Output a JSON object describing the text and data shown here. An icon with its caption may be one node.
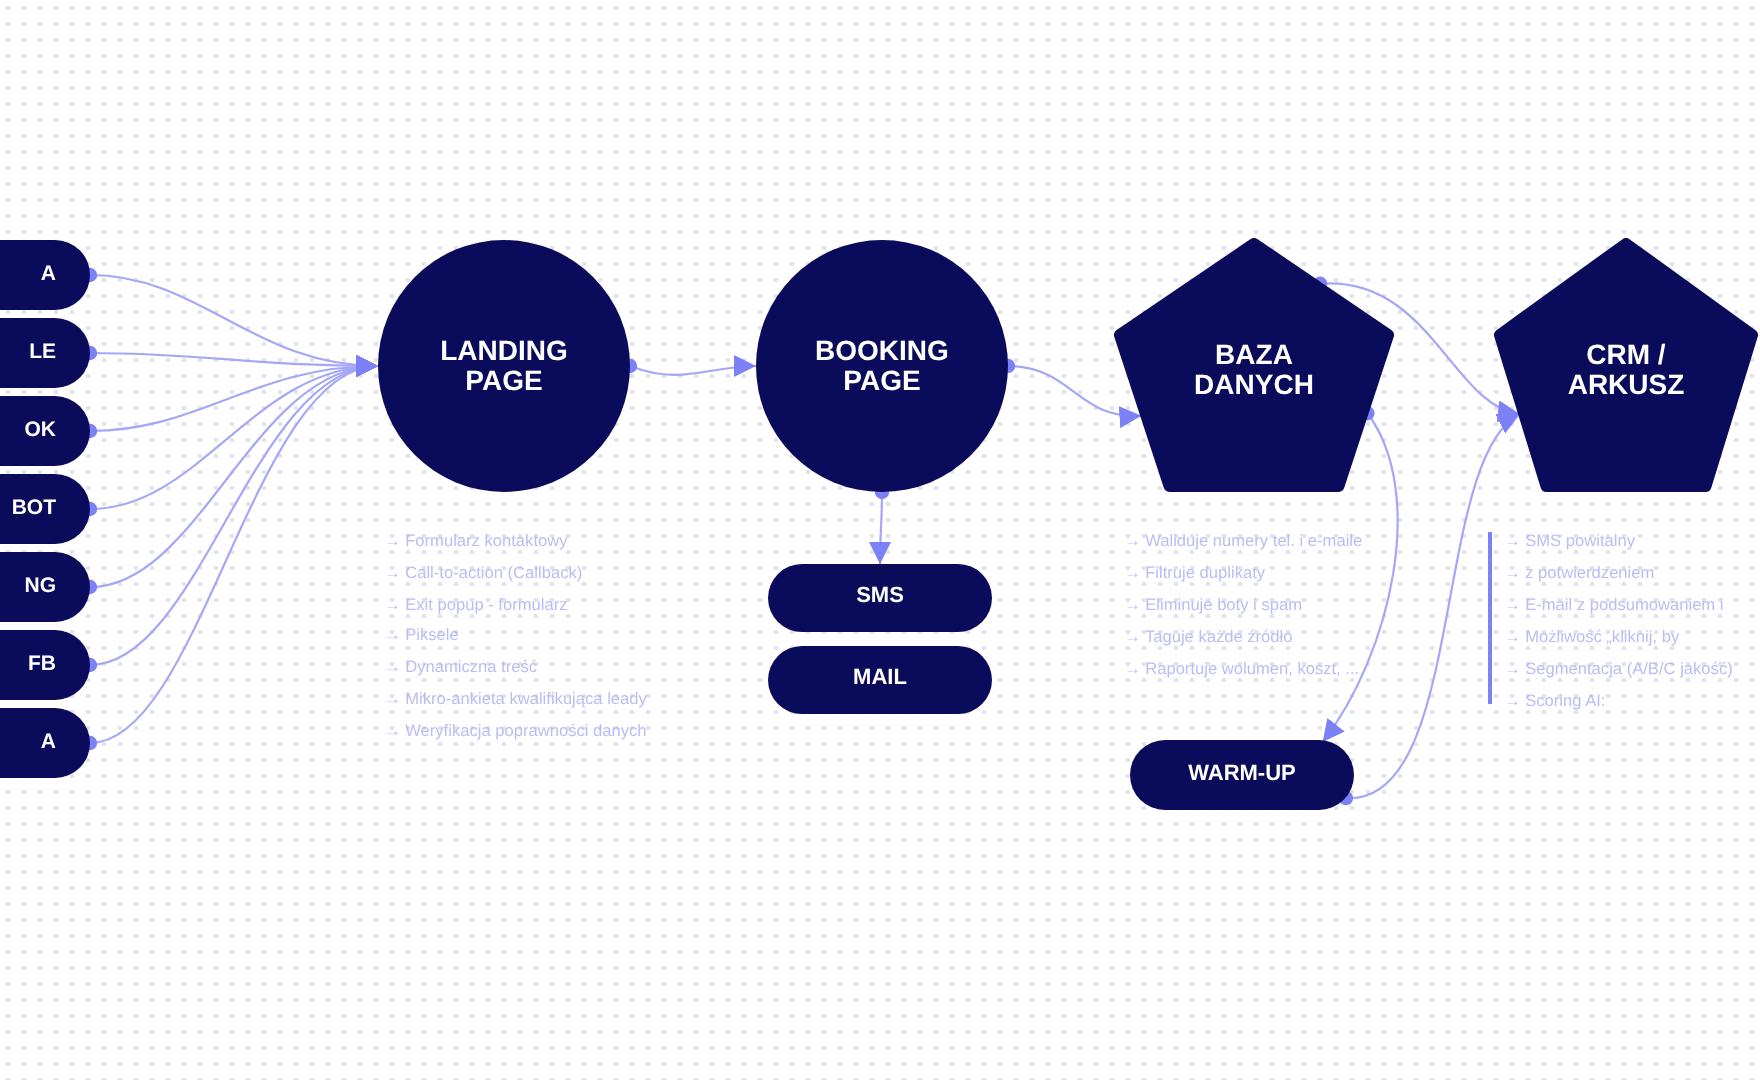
{
  "diagram": {
    "nodes": [
      {
        "text": [
          "A"
        ]
      },
      {
        "text": [
          "LE"
        ]
      },
      {
        "text": [
          "OK"
        ]
      },
      {
        "text": [
          "BOT"
        ]
      },
      {
        "text": [
          "NG"
        ]
      },
      {
        "text": [
          "FB"
        ]
      },
      {
        "text": [
          "A"
        ]
      },
      {
        "text": [
          "LANDING PAGE"
        ],
        "beside": [
          "→ Formularz kontaktowy",
          "→ Call-to-action (Callback)",
          "→ Exit popup - formularz",
          "→ Piksele",
          "→ Dynamiczna treść",
          "→ Mikro-ankieta kwalifikująca leady",
          "→ Weryfikacja poprawności danych"
        ]
      },
      {
        "text": [
          "BOOKING PAGE"
        ]
      },
      {
        "text": [
          "SMS"
        ]
      },
      {
        "text": [
          "MAIL"
        ]
      },
      {
        "text": [
          "BAZA DANYCH"
        ],
        "beside": [
          "→ Waliduje numery tel. i e-maile",
          "→ Filtruje duplikaty",
          "→ Eliminuje boty i spam",
          "→ Taguje każde źródło",
          "→ Raportuje wolumen, koszt, ..."
        ]
      },
      {
        "text": [
          "WARM-UP"
        ]
      },
      {
        "text": [
          "CRM / ARKUSZ"
        ],
        "beside": [
          "→ SMS powitalny",
          "→ z potwierdzeniem",
          "→ E-mail z podsumowaniem i",
          "→ Możliwość „kliknij, by",
          "→ Segmentacja (A/B/C jakość)",
          "→ Scoring AI:"
        ]
      }
    ],
    "edges": [
      {
        "from": 0,
        "to": 7,
        "arrow": "to"
      },
      {
        "from": 1,
        "to": 7,
        "arrow": "to"
      },
      {
        "from": 2,
        "to": 7,
        "arrow": "to"
      },
      {
        "from": 3,
        "to": 7,
        "arrow": "to"
      },
      {
        "from": 4,
        "to": 7,
        "arrow": "to"
      },
      {
        "from": 5,
        "to": 7,
        "arrow": "to"
      },
      {
        "from": 6,
        "to": 7,
        "arrow": "to"
      },
      {
        "from": 7,
        "to": 8,
        "arrow": "to"
      },
      {
        "from": 8,
        "to": 9,
        "arrow": "to"
      },
      {
        "from": 8,
        "to": 11,
        "arrow": "to"
      },
      {
        "from": 11,
        "to": 13,
        "arrow": "to"
      },
      {
        "from": 11,
        "to": 12,
        "arrow": "to"
      },
      {
        "from": 12,
        "to": 13,
        "arrow": "to"
      }
    ]
  }
}
